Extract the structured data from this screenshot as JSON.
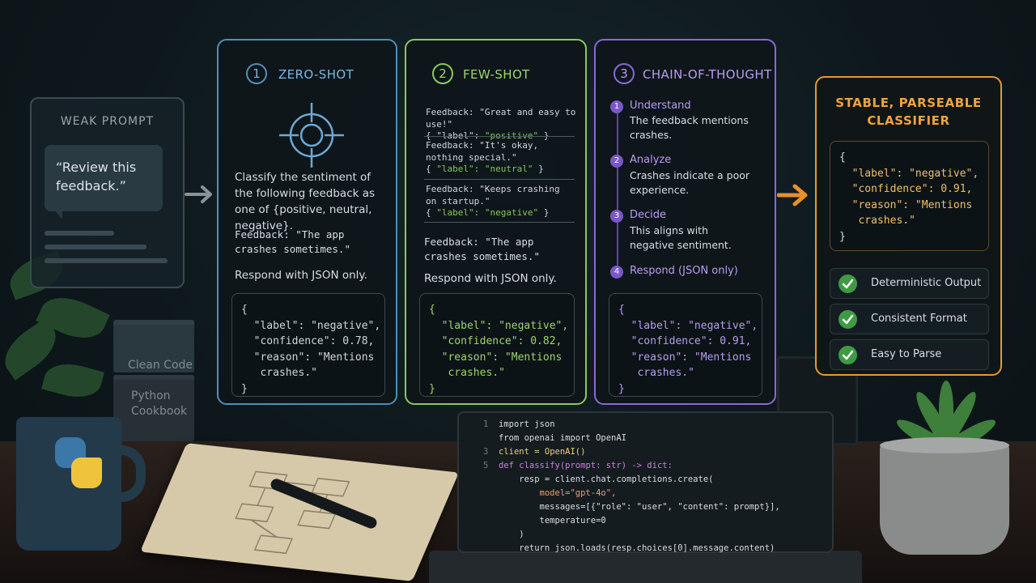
{
  "weak_prompt": {
    "title": "WEAK PROMPT",
    "text": "“Review this feedback.”"
  },
  "zero_shot": {
    "number": "1",
    "title": "ZERO-SHOT",
    "icon": "crosshair-icon",
    "prompt": "Classify the sentiment of the following feedback as one of {positive, neutral, negative}.",
    "feedback": "Feedback: \"The app crashes sometimes.\"",
    "instruction": "Respond with JSON only.",
    "json": [
      "{",
      "  \"label\": \"negative\",",
      "  \"confidence\": 0.78,",
      "  \"reason\": \"Mentions",
      "   crashes.\"",
      "}"
    ]
  },
  "few_shot": {
    "number": "2",
    "title": "FEW-SHOT",
    "examples": [
      {
        "feedback": "Feedback: \"Great and easy to use!\"",
        "label_key": "{ \"label\": ",
        "label_val": "\"positive\"",
        "label_end": " }"
      },
      {
        "feedback": "Feedback: \"It's okay, nothing special.\"",
        "label_key": "{ ",
        "label_val": "\"label\": \"neutral\"",
        "label_end": " }"
      },
      {
        "feedback": "Feedback: \"Keeps crashing on startup.\"",
        "label_key": "{ ",
        "label_val": "\"label\": \"negative\"",
        "label_end": " }"
      }
    ],
    "feedback": "Feedback: \"The app crashes sometimes.\"",
    "instruction": "Respond with JSON only.",
    "json": [
      "{",
      "  \"label\": \"negative\",",
      "  \"confidence\": 0.82,",
      "  \"reason\": \"Mentions",
      "   crashes.\"",
      "}"
    ]
  },
  "chain_of_thought": {
    "number": "3",
    "title": "CHAIN-OF-THOUGHT",
    "steps": [
      {
        "num": "1",
        "title": "Understand",
        "body": "The feedback mentions crashes."
      },
      {
        "num": "2",
        "title": "Analyze",
        "body": "Crashes indicate a poor experience."
      },
      {
        "num": "3",
        "title": "Decide",
        "body": "This aligns with negative sentiment."
      },
      {
        "num": "4",
        "title": "Respond (JSON only)",
        "body": ""
      }
    ],
    "json": [
      "{",
      "  \"label\": \"negative\",",
      "  \"confidence\": 0.91,",
      "  \"reason\": \"Mentions",
      "   crashes.\"",
      "}"
    ]
  },
  "stable_classifier": {
    "title_line1": "STABLE, PARSEABLE",
    "title_line2": "CLASSIFIER",
    "json": [
      "{",
      "  \"label\": \"negative\",",
      "  \"confidence\": 0.91,",
      "  \"reason\": \"Mentions",
      "   crashes.\"",
      "}"
    ],
    "checks": [
      "Deterministic Output",
      "Consistent Format",
      "Easy to Parse"
    ]
  },
  "books": {
    "book1": "Clean Code",
    "book2_line1": "Python",
    "book2_line2": "Cookbook"
  },
  "code": {
    "lines": [
      {
        "n": "1",
        "text": "import json"
      },
      {
        "n": "",
        "text": "from openai import OpenAI"
      },
      {
        "n": "3",
        "text": "client = OpenAI()"
      },
      {
        "n": "5",
        "text": "def classify(prompt: str) -> dict:"
      },
      {
        "n": "",
        "text": "    resp = client.chat.completions.create("
      },
      {
        "n": "",
        "text": "        model=\"gpt-4o\","
      },
      {
        "n": "",
        "text": "        messages=[{\"role\": \"user\", \"content\": prompt}],"
      },
      {
        "n": "",
        "text": "        temperature=0"
      },
      {
        "n": "",
        "text": "    )"
      },
      {
        "n": "",
        "text": "    return json.loads(resp.choices[0].message.content)"
      }
    ]
  },
  "colors": {
    "zero_shot": "#4f8fb8",
    "few_shot": "#8cc85c",
    "chain_of_thought": "#8b67d8",
    "stable": "#e59a33",
    "check": "#3f9a44"
  }
}
